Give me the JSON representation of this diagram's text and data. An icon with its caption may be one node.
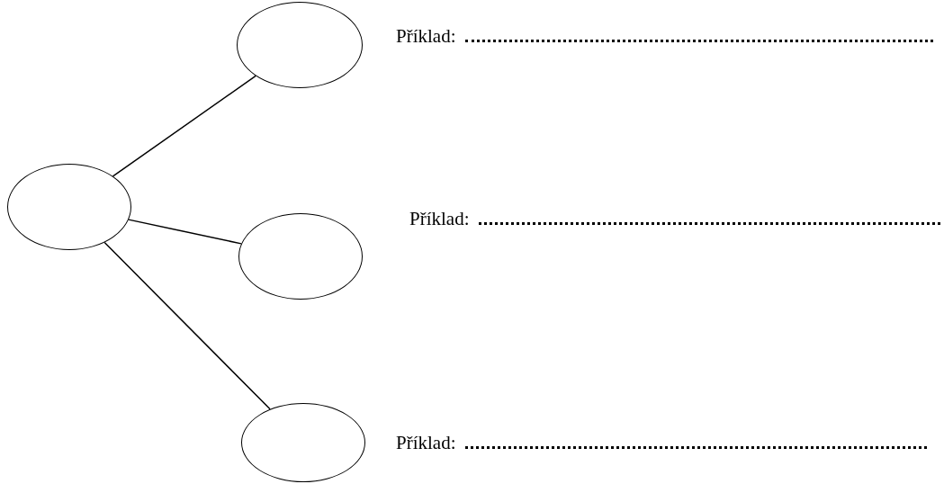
{
  "diagram": {
    "nodes": [
      {
        "text": [],
        "shape": "circle"
      },
      {
        "text": [],
        "shape": "circle",
        "beside": [
          "Příklad:"
        ]
      },
      {
        "text": [],
        "shape": "circle",
        "beside": [
          "Příklad:"
        ]
      },
      {
        "text": [],
        "shape": "circle",
        "beside": [
          "Příklad:"
        ]
      }
    ],
    "edges": [
      {
        "from": 0,
        "to": 1,
        "arrow": "none"
      },
      {
        "from": 0,
        "to": 2,
        "arrow": "none"
      },
      {
        "from": 0,
        "to": 3,
        "arrow": "none"
      }
    ]
  }
}
